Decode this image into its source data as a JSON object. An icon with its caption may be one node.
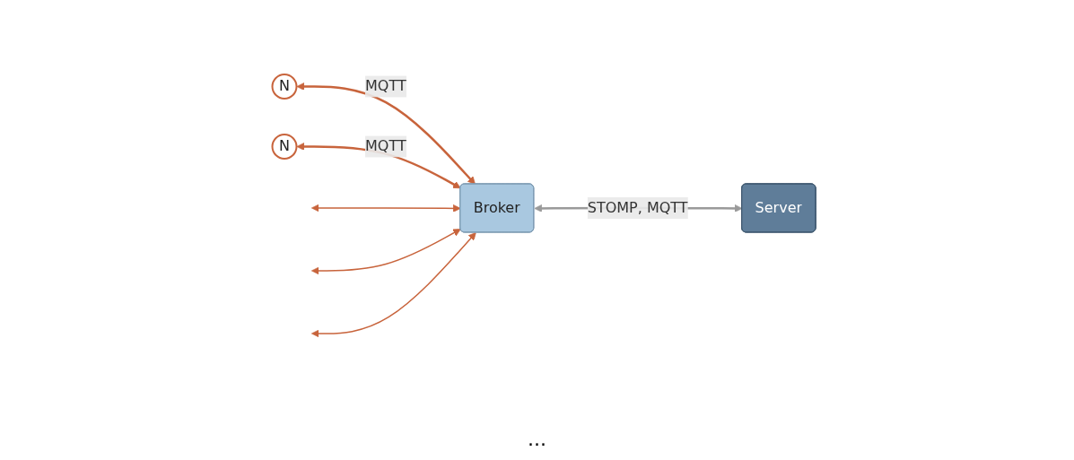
{
  "diagram": {
    "nodes": [
      {
        "text": [
          "N"
        ]
      },
      {
        "text": [
          "N"
        ]
      },
      {
        "text": [
          "Broker"
        ]
      },
      {
        "text": [
          "Server"
        ]
      }
    ],
    "edges": [
      {
        "from": 0,
        "to": 2,
        "arrow": "both",
        "label": "MQTT"
      },
      {
        "from": 1,
        "to": 2,
        "arrow": "both",
        "label": "MQTT"
      },
      {
        "from": 2,
        "to": 3,
        "arrow": "both",
        "label": "STOMP, MQTT",
        "color": "#9a9a9a"
      },
      {
        "from": null,
        "to": 2,
        "arrow": "both"
      },
      {
        "from": null,
        "to": 2,
        "arrow": "both"
      },
      {
        "from": null,
        "to": 2,
        "arrow": "both"
      }
    ],
    "labels": [
      "..."
    ]
  }
}
